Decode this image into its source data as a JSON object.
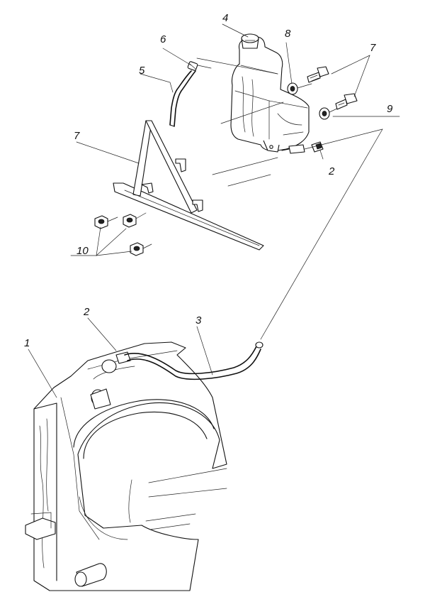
{
  "callouts": [
    {
      "id": "c1",
      "label": "1"
    },
    {
      "id": "c2a",
      "label": "2"
    },
    {
      "id": "c2b",
      "label": "2"
    },
    {
      "id": "c3",
      "label": "3"
    },
    {
      "id": "c4",
      "label": "4"
    },
    {
      "id": "c5",
      "label": "5"
    },
    {
      "id": "c6",
      "label": "6"
    },
    {
      "id": "c7",
      "label": "7"
    },
    {
      "id": "c8",
      "label": "8"
    },
    {
      "id": "c9a",
      "label": "9"
    },
    {
      "id": "c9b",
      "label": "9"
    },
    {
      "id": "c10",
      "label": "10"
    }
  ]
}
